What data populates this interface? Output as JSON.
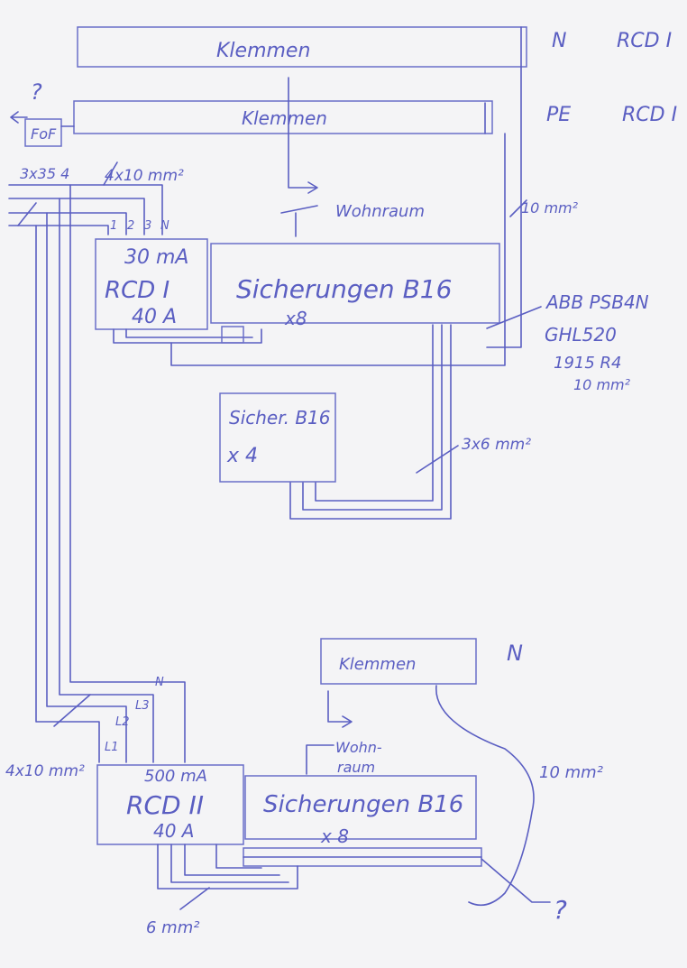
{
  "colors": {
    "paper": "#f4f4f6",
    "ink": "#5a5ec2"
  },
  "top": {
    "klemmen_n": "Klemmen",
    "label_n": "N",
    "label_rcd1_a": "RCD I",
    "klemmen_pe": "Klemmen",
    "label_pe": "PE",
    "label_rcd1_b": "RCD I",
    "question": "?",
    "fuse_box": "FoF",
    "cable_main": "3x35 4",
    "cable_main2": "4x10 mm²",
    "phases": [
      "1",
      "2",
      "3"
    ],
    "phase_n": "N",
    "wohnraum": "Wohnraum",
    "size_10mm": "10 mm²"
  },
  "rcd1": {
    "rating_ma": "30 mA",
    "name": "RCD I",
    "rating_a": "40 A"
  },
  "fuses1": {
    "title": "Sicherungen B16",
    "count": "x8"
  },
  "abb": {
    "line1": "ABB PSB4N",
    "line2": "GHL520",
    "line3": "1915 R4",
    "line4": "10 mm²"
  },
  "fuses_small": {
    "title": "Sicher. B16",
    "count": "x 4"
  },
  "cable_3x6": "3x6 mm²",
  "bottom": {
    "klemmen_n": "Klemmen",
    "label_n": "N",
    "wohnraum_line1": "Wohn-",
    "wohnraum_line2": "raum",
    "size_10mm": "10 mm²",
    "cable_4x10": "4x10 mm²",
    "phases": [
      "L1",
      "L2",
      "L3",
      "N"
    ],
    "question": "?",
    "size_6mm": "6 mm²"
  },
  "rcd2": {
    "rating_ma": "500 mA",
    "name": "RCD II",
    "rating_a": "40 A"
  },
  "fuses2": {
    "title": "Sicherungen B16",
    "count": "x 8"
  }
}
